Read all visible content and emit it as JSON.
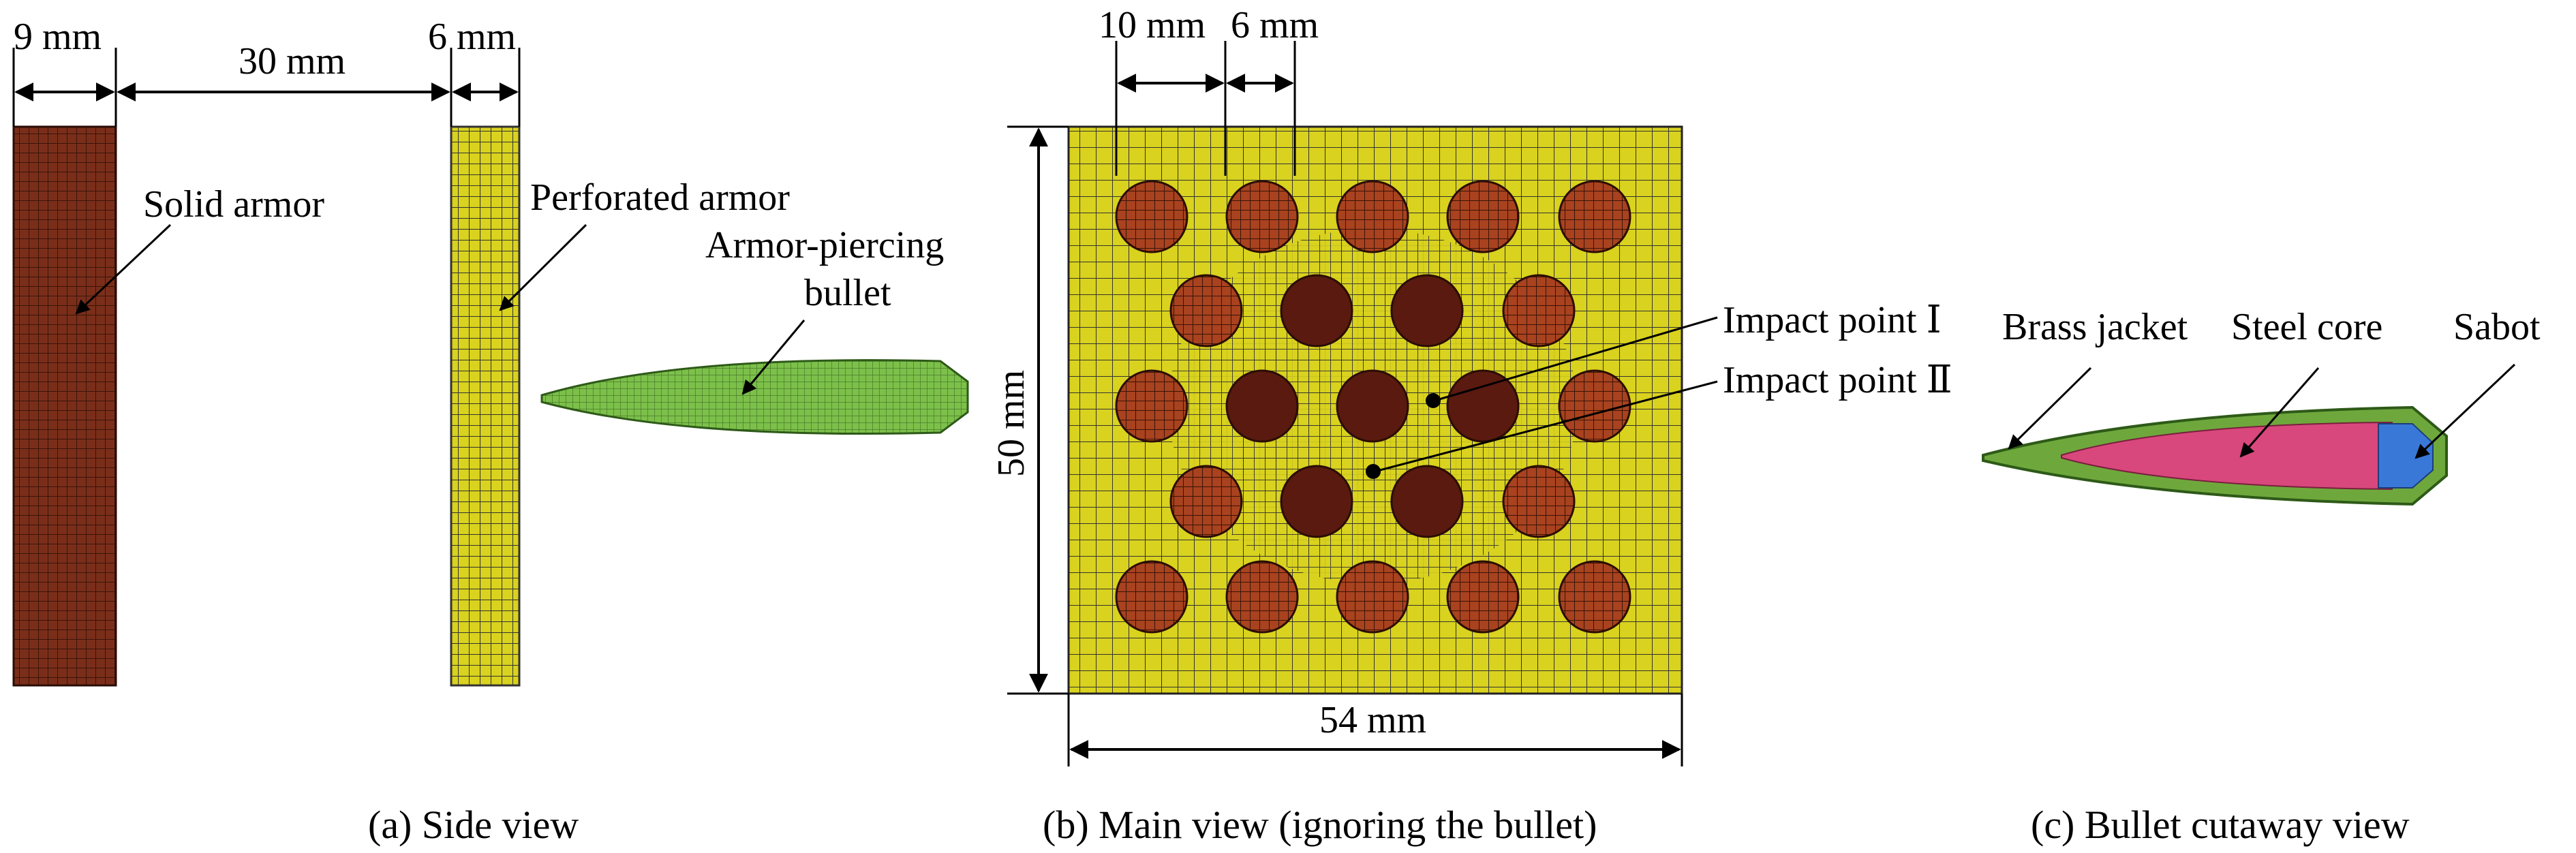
{
  "panel_a": {
    "dim_solid_thickness": "9 mm",
    "dim_gap": "30 mm",
    "dim_perforated_thickness": "6 mm",
    "label_solid": "Solid armor",
    "label_perforated": "Perforated armor",
    "label_bullet_line1": "Armor-piercing",
    "label_bullet_line2": "bullet",
    "caption": "(a) Side view"
  },
  "panel_b": {
    "dim_hole_pitch": "10 mm",
    "dim_hole_diameter": "6 mm",
    "dim_height": "50 mm",
    "dim_width": "54 mm",
    "label_impact_1": "Impact point Ⅰ",
    "label_impact_2": "Impact point Ⅱ",
    "caption": "(b) Main view (ignoring the bullet)"
  },
  "panel_c": {
    "label_jacket": "Brass jacket",
    "label_core": "Steel core",
    "label_sabot": "Sabot",
    "caption": "(c) Bullet cutaway view"
  },
  "colors": {
    "solid_armor": "#7a2e1a",
    "perforated_armor": "#d9d21e",
    "hole_fill": "#a8421f",
    "hole_dark": "#5a1a10",
    "bullet_green": "#7cc04a",
    "core_pink": "#d8487c",
    "sabot_blue": "#3a78d8",
    "mesh_line": "#222222"
  }
}
